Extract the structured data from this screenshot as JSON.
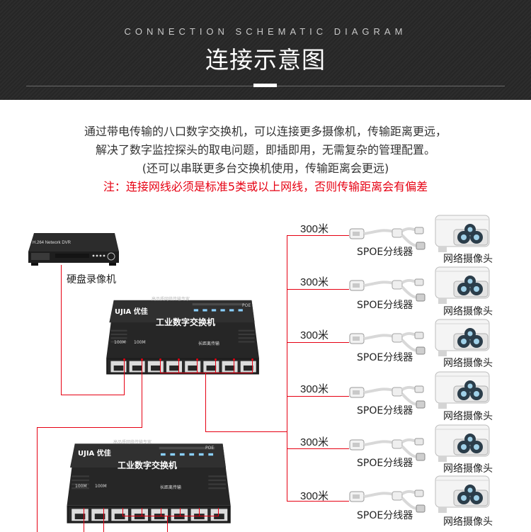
{
  "header": {
    "subtitle": "CONNECTION SCHEMATIC DIAGRAM",
    "title": "连接示意图"
  },
  "description": {
    "line1": "通过带电传输的八口数字交换机，可以连接更多摄像机，传输距离更远，",
    "line2": "解决了数字监控探头的取电问题，即插即用，无需复杂的管理配置。",
    "line3": "(还可以串联更多台交换机使用，传输距离会更远)",
    "note": "注：连接网线必须是标准5类或以上网线，否则传输距离会有偏差"
  },
  "nvr": {
    "label": "硬盘录像机",
    "panel_text": "H.264 Network DVR"
  },
  "switches": [
    {
      "brand": "UJIA 优佳",
      "model": "工业数字交换机",
      "top_text": "高品质网络传输专家",
      "port_label_1": "100M",
      "port_label_2": "100M",
      "port_label_3": "长距离传输",
      "led_label": "POE"
    },
    {
      "brand": "UJIA 优佳",
      "model": "工业数字交换机",
      "top_text": "高品质网络传输专家",
      "port_label_1": "100M",
      "port_label_2": "100M",
      "port_label_3": "长距离传输",
      "led_label": "POE"
    }
  ],
  "links": [
    {
      "distance": "300米",
      "splitter_label": "SPOE分线器",
      "camera_label": "网络摄像头"
    },
    {
      "distance": "300米",
      "splitter_label": "SPOE分线器",
      "camera_label": "网络摄像头"
    },
    {
      "distance": "300米",
      "splitter_label": "SPOE分线器",
      "camera_label": "网络摄像头"
    },
    {
      "distance": "300米",
      "splitter_label": "SPOE分线器",
      "camera_label": "网络摄像头"
    },
    {
      "distance": "300米",
      "splitter_label": "SPOE分线器",
      "camera_label": "网络摄像头"
    },
    {
      "distance": "300米",
      "splitter_label": "SPOE分线器",
      "camera_label": "网络摄像头"
    }
  ],
  "colors": {
    "banner": "#2a2a2a",
    "accent": "#e60012",
    "text": "#333333"
  }
}
